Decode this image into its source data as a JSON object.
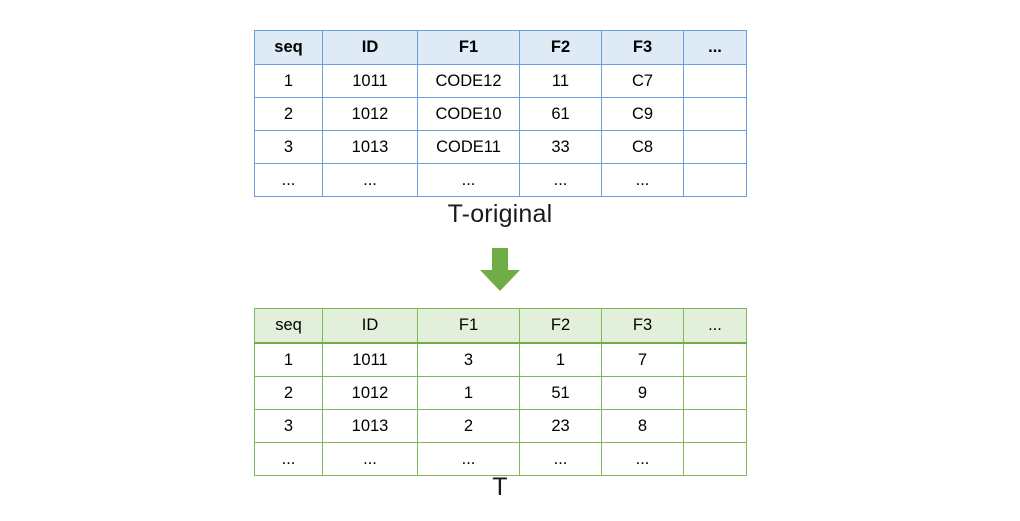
{
  "diagram": {
    "type": "table-transformation",
    "accent_blue_border": "#6B9EDC",
    "accent_blue_header_fill": "#DEEAF6",
    "accent_green_border": "#70AD47",
    "accent_green_header_fill": "#E2EFDA",
    "arrow_color": "#70AD47",
    "arrow_direction": "down",
    "arrow_icon_name": "down-arrow-icon"
  },
  "tables": {
    "original": {
      "caption": "T-original",
      "columns": [
        "seq",
        "ID",
        "F1",
        "F2",
        "F3",
        "..."
      ],
      "rows": [
        [
          "1",
          "1011",
          "CODE12",
          "11",
          "C7",
          ""
        ],
        [
          "2",
          "1012",
          "CODE10",
          "61",
          "C9",
          ""
        ],
        [
          "3",
          "1013",
          "CODE11",
          "33",
          "C8",
          ""
        ],
        [
          "...",
          "...",
          "...",
          "...",
          "...",
          ""
        ]
      ]
    },
    "transformed": {
      "caption": "T",
      "columns": [
        "seq",
        "ID",
        "F1",
        "F2",
        "F3",
        "..."
      ],
      "rows": [
        [
          "1",
          "1011",
          "3",
          "1",
          "7",
          ""
        ],
        [
          "2",
          "1012",
          "1",
          "51",
          "9",
          ""
        ],
        [
          "3",
          "1013",
          "2",
          "23",
          "8",
          ""
        ],
        [
          "...",
          "...",
          "...",
          "...",
          "...",
          ""
        ]
      ]
    }
  }
}
